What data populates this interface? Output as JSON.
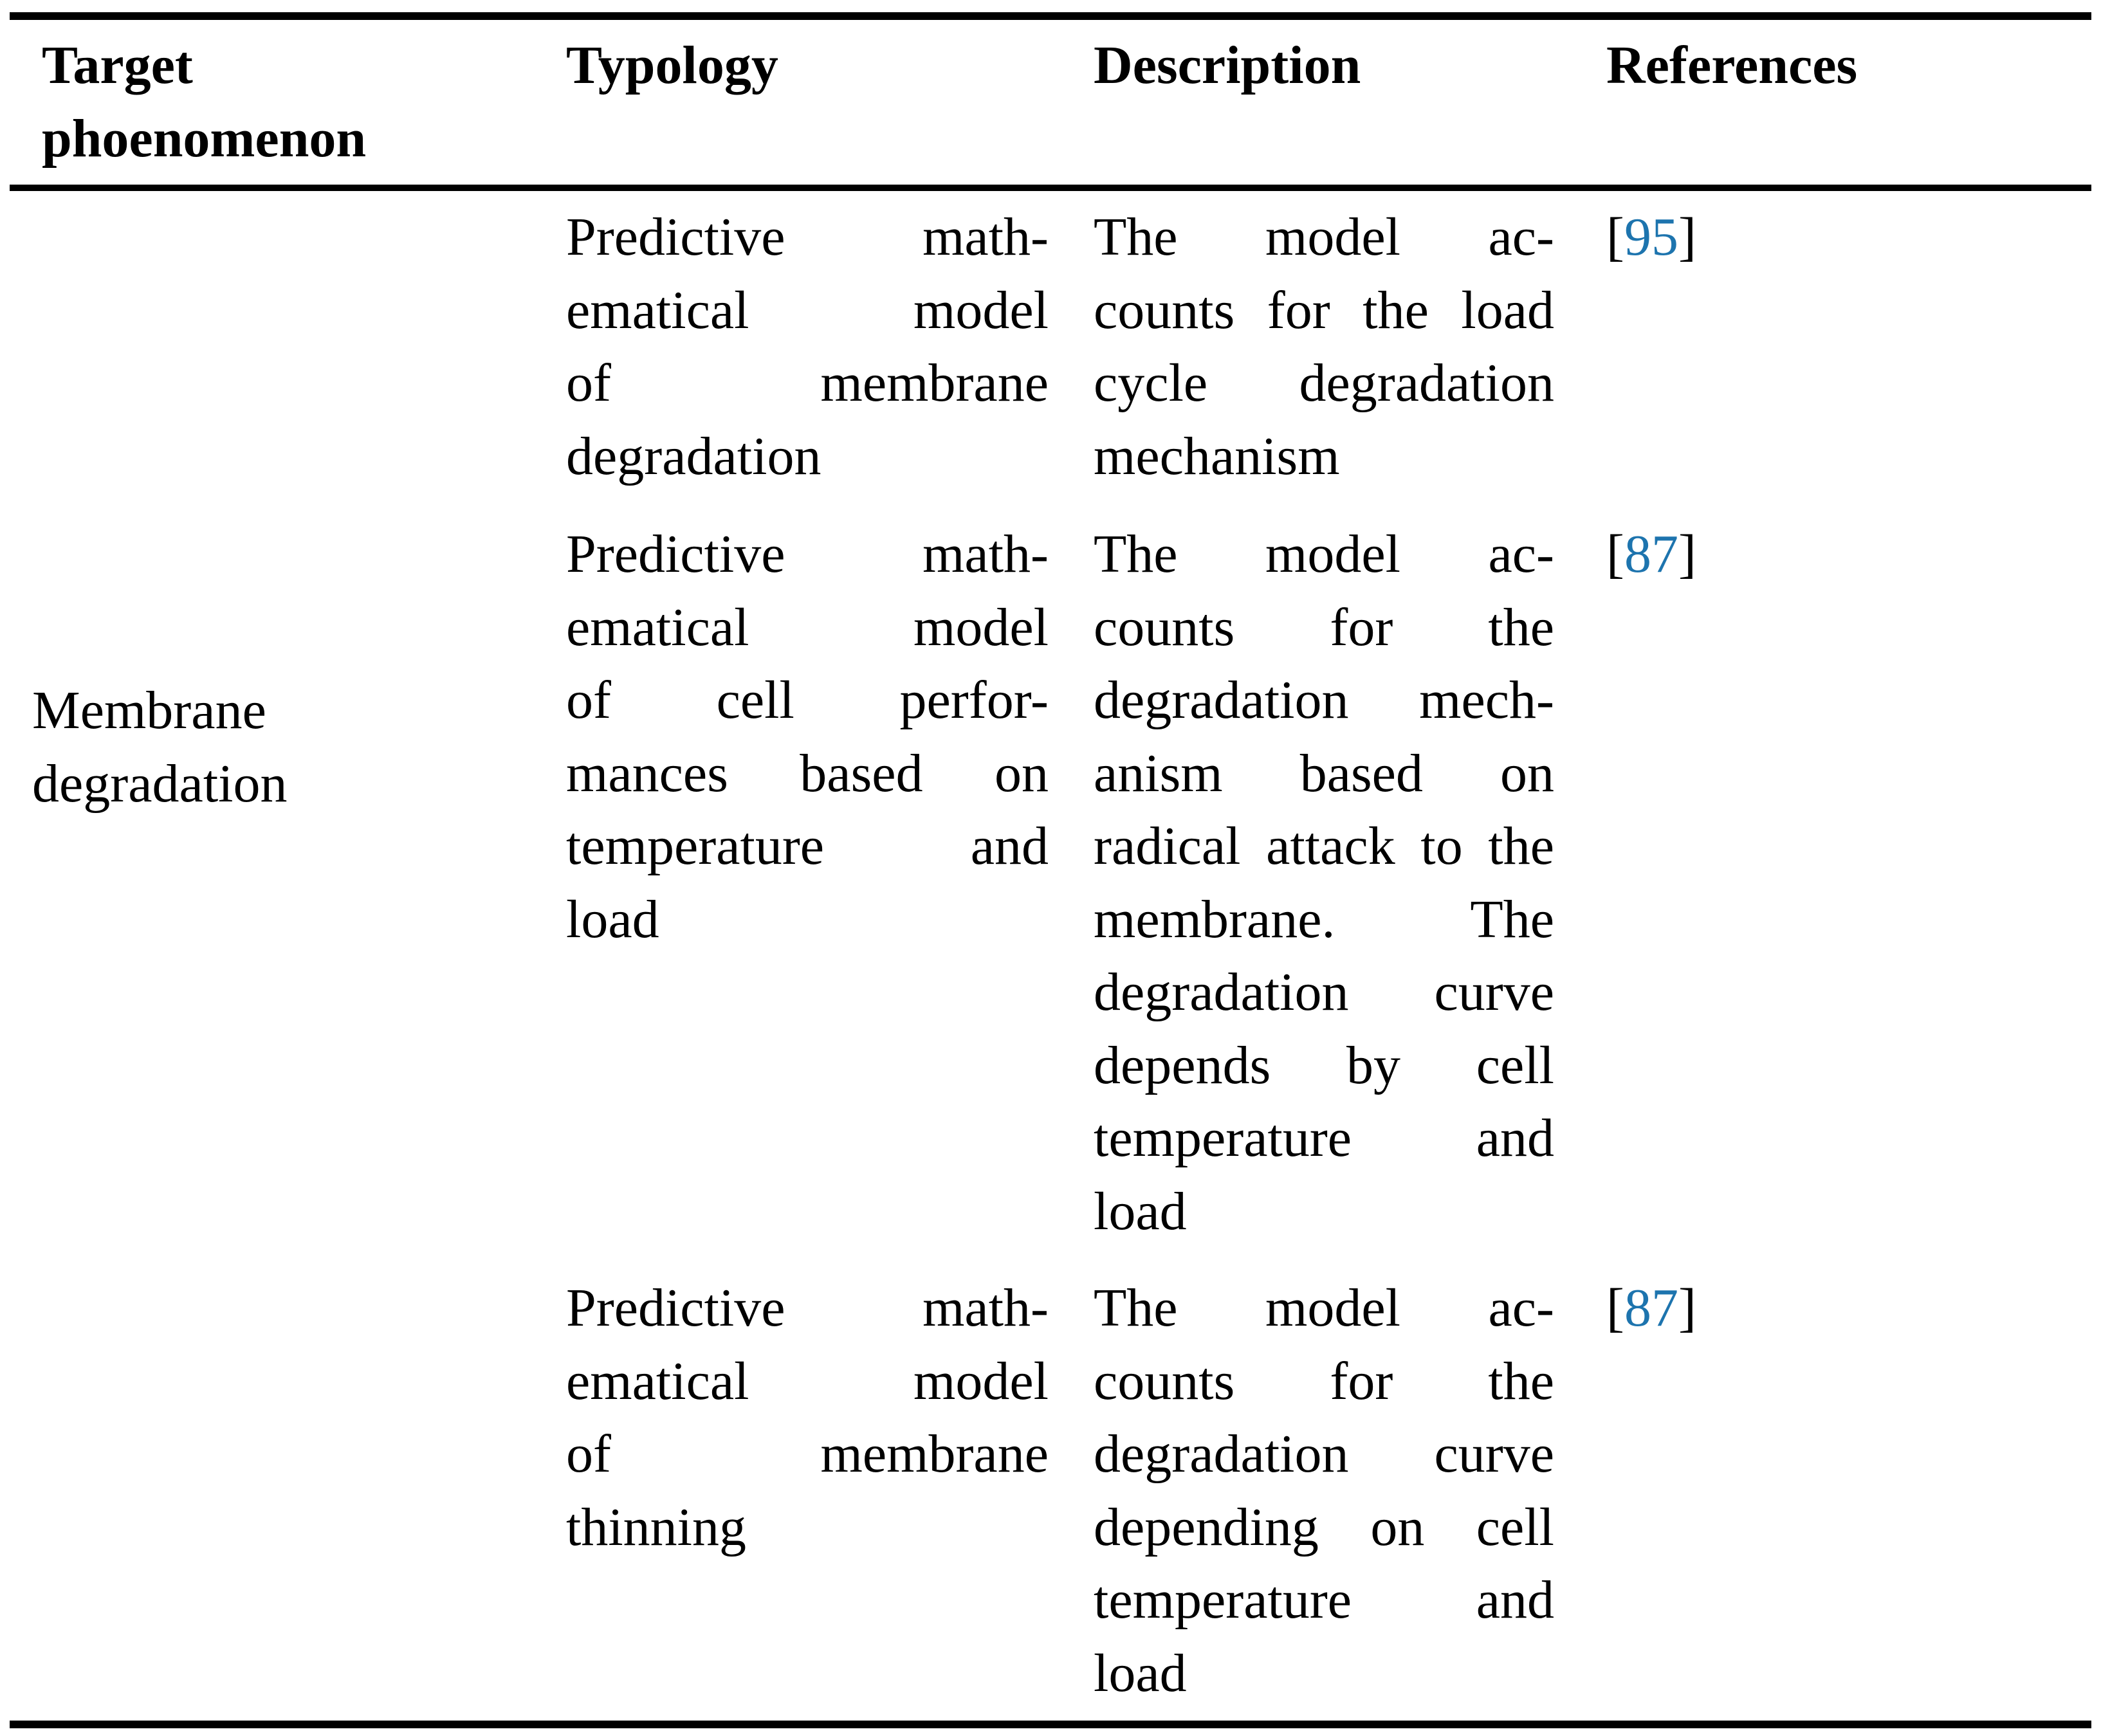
{
  "colors": {
    "text": "#000000",
    "rule": "#000000",
    "reference_accent": "#1d74ae"
  },
  "citation": {
    "open": "[",
    "close": "]"
  },
  "headers": {
    "target_lines": [
      "Target",
      "phoenomenon"
    ],
    "typology": "Typology",
    "description": "Description",
    "references": "References"
  },
  "target_group": {
    "label_lines": [
      "Membrane",
      "degradation"
    ]
  },
  "rows": [
    {
      "typology_lines": [
        "Predictive math-",
        "ematical model",
        "of membrane",
        "degradation"
      ],
      "description_lines": [
        "The model ac-",
        "counts for the load",
        "cycle degradation",
        "mechanism"
      ],
      "reference": "95"
    },
    {
      "typology_lines": [
        "Predictive math-",
        "ematical model",
        "of cell perfor-",
        "mances based on",
        "temperature and",
        "load"
      ],
      "description_lines": [
        "The model ac-",
        "counts for the",
        "degradation mech-",
        "anism based on",
        "radical attack to the",
        "membrane. The",
        "degradation curve",
        "depends by cell",
        "temperature and",
        "load"
      ],
      "reference": "87"
    },
    {
      "typology_lines": [
        "Predictive math-",
        "ematical model",
        "of membrane",
        "thinning"
      ],
      "description_lines": [
        "The model ac-",
        "counts for the",
        "degradation curve",
        "depending on cell",
        "temperature and",
        "load"
      ],
      "reference": "87"
    }
  ]
}
